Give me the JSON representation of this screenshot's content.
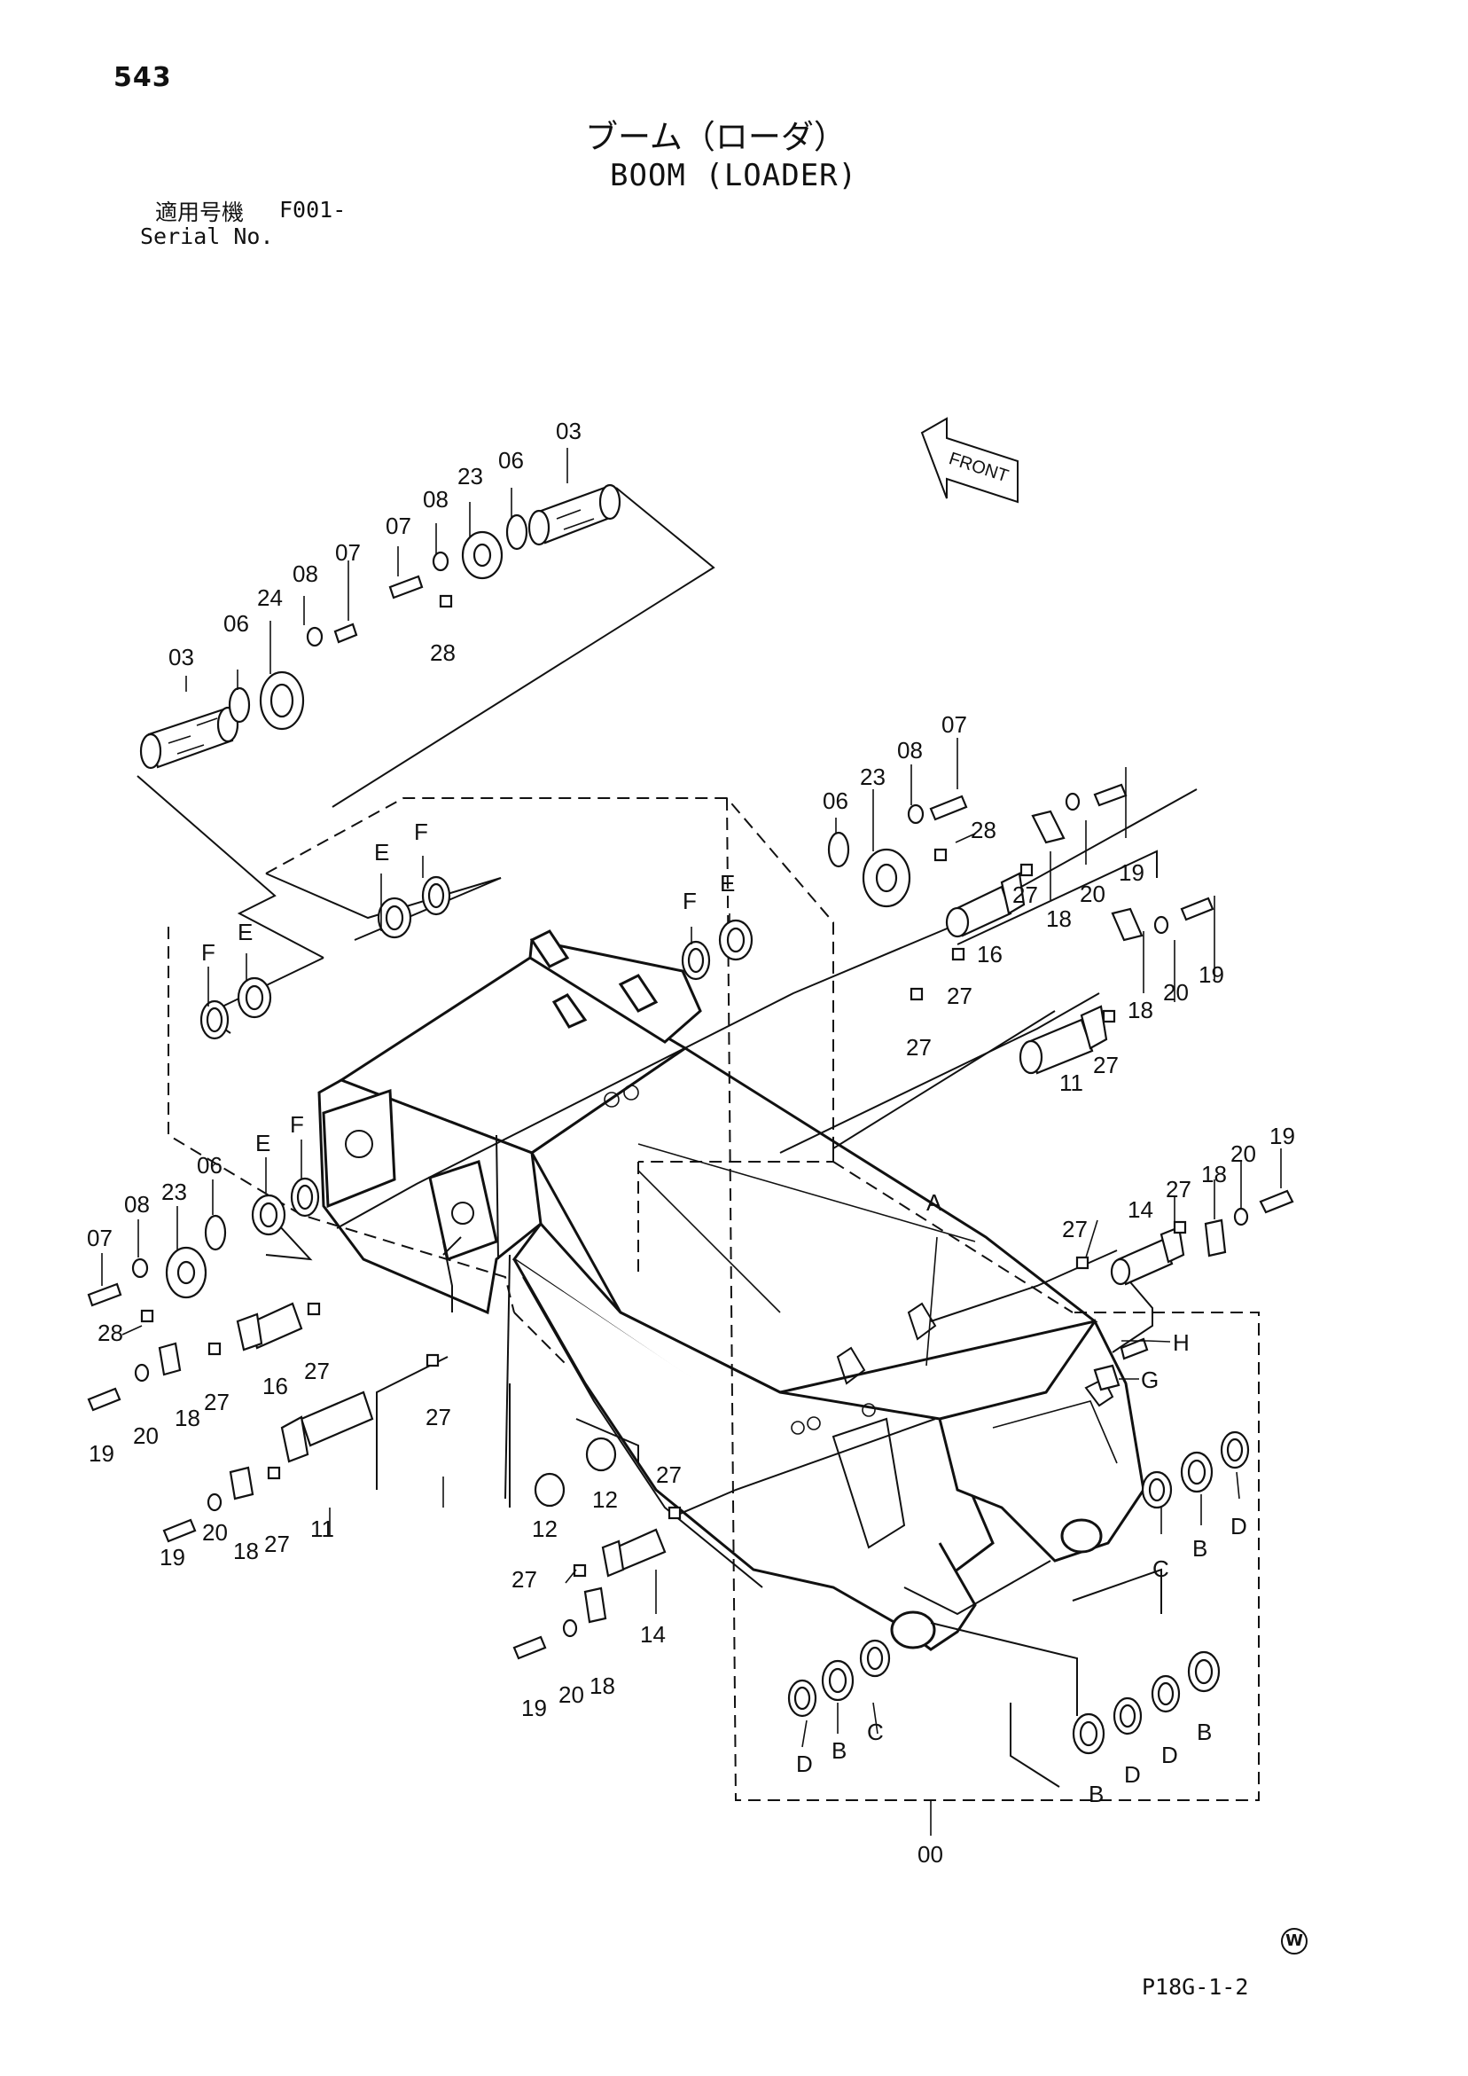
{
  "header": {
    "page_number": "543",
    "title_jp": "ブーム（ローダ）",
    "title_en": "BOOM (LOADER)",
    "serial_label_jp": "適用号機",
    "serial_value": "F001-",
    "serial_label_en": "Serial No."
  },
  "direction_label": "FRONT",
  "footer": {
    "code": "P18G-1-2",
    "mark": "W"
  },
  "callouts": {
    "c03a": "03",
    "c03b": "03",
    "c06a": "06",
    "c06b": "06",
    "c06c": "06",
    "c06d": "06",
    "c07a": "07",
    "c07b": "07",
    "c07c": "07",
    "c07d": "07",
    "c08a": "08",
    "c08b": "08",
    "c08c": "08",
    "c08d": "08",
    "c23a": "23",
    "c23b": "23",
    "c23c": "23",
    "c24": "24",
    "c28a": "28",
    "c28b": "28",
    "c28c": "28",
    "c16a": "16",
    "c16b": "16",
    "c11a": "11",
    "c11b": "11",
    "c14a": "14",
    "c14b": "14",
    "c12a": "12",
    "c12b": "12",
    "c18a": "18",
    "c18b": "18",
    "c18c": "18",
    "c18d": "18",
    "c18e": "18",
    "c18f": "18",
    "c19a": "19",
    "c19b": "19",
    "c19c": "19",
    "c19d": "19",
    "c19e": "19",
    "c19f": "19",
    "c20a": "20",
    "c20b": "20",
    "c20c": "20",
    "c20d": "20",
    "c20e": "20",
    "c20f": "20",
    "c27a": "27",
    "c27b": "27",
    "c27c": "27",
    "c27d": "27",
    "c27e": "27",
    "c27f": "27",
    "c27g": "27",
    "c27h": "27",
    "c27i": "27",
    "c27j": "27",
    "c27k": "27",
    "c27l": "27",
    "cEa": "E",
    "cEb": "E",
    "cEc": "E",
    "cEd": "E",
    "cFa": "F",
    "cFb": "F",
    "cFc": "F",
    "cFd": "F",
    "cA": "A",
    "cH": "H",
    "cG": "G",
    "cBa": "B",
    "cBb": "B",
    "cBc": "B",
    "cBd": "B",
    "cCa": "C",
    "cCb": "C",
    "cDa": "D",
    "cDb": "D",
    "cDc": "D",
    "cDd": "D",
    "c00": "00"
  }
}
